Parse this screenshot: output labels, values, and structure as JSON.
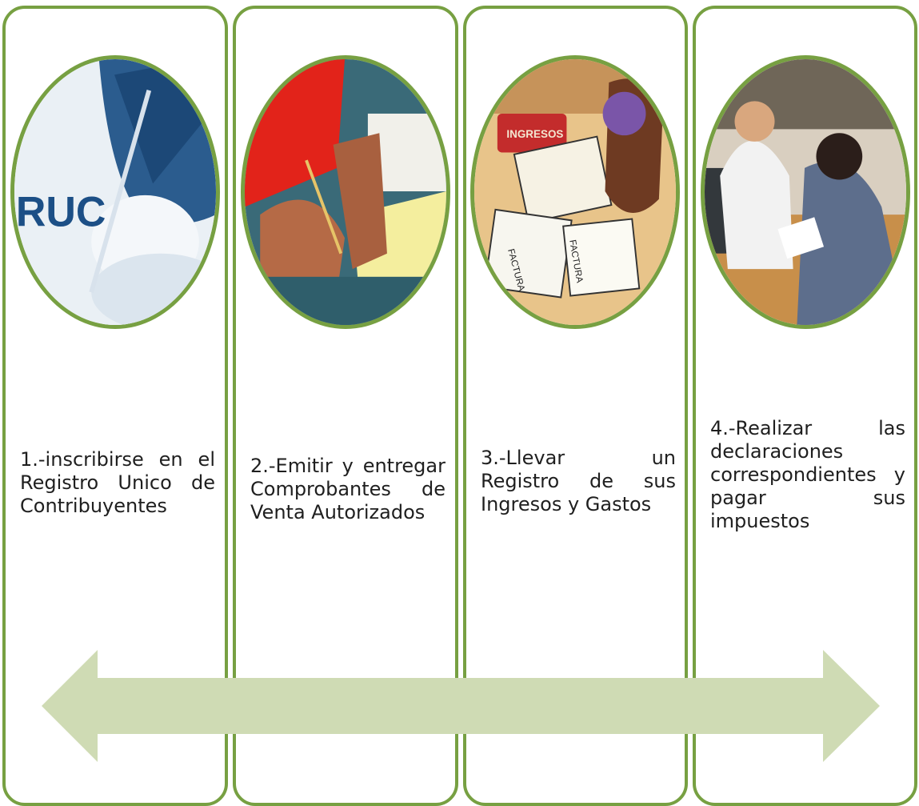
{
  "steps": [
    {
      "label": "1.-inscribirse en el Registro Unico de Contribuyentes",
      "image_text": "RUC"
    },
    {
      "label": "2.-Emitir y entregar Comprobantes de Venta Autorizados"
    },
    {
      "label": "3.-Llevar un Registro de sus Ingresos y Gastos",
      "image_texts": [
        "INGRESOS",
        "FACTURA",
        "FACTURA"
      ]
    },
    {
      "label": "4.-Realizar las declaraciones correspondientes y pagar sus impuestos"
    }
  ],
  "colors": {
    "panel_border": "#77a042",
    "arrow_fill": "#cfdbb4"
  }
}
